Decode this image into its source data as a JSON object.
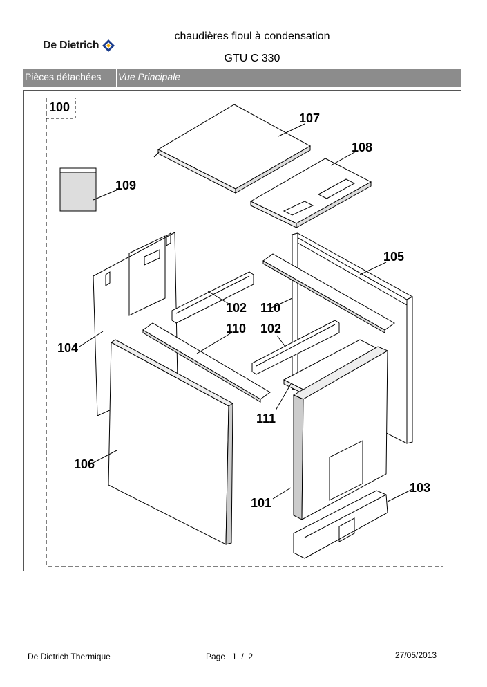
{
  "header": {
    "brand": "De Dietrich",
    "title": "chaudières fioul à condensation",
    "model": "GTU C 330"
  },
  "bar": {
    "section": "Pièces détachées",
    "view": "Vue Principale"
  },
  "diagram": {
    "labels": {
      "p100": "100",
      "p107": "107",
      "p108": "108",
      "p109": "109",
      "p105": "105",
      "p102a": "102",
      "p110a": "110",
      "p104": "104",
      "p110b": "110",
      "p102b": "102",
      "p111": "111",
      "p106": "106",
      "p103": "103",
      "p101": "101"
    }
  },
  "footer": {
    "company": "De Dietrich Thermique",
    "page": "Page   1  /  2",
    "date": "27/05/2013"
  }
}
